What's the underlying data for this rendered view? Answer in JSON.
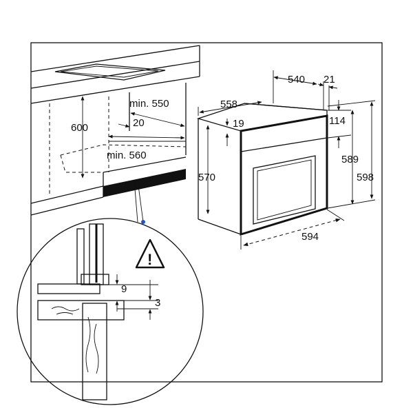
{
  "dimensions": {
    "d540": "540",
    "d21": "21",
    "d558": "558",
    "d114": "114",
    "d19": "19",
    "d589": "589",
    "d598": "598",
    "d570": "570",
    "d594": "594",
    "d600": "600",
    "min550": "min. 550",
    "d20": "20",
    "min560": "min. 560",
    "d9": "9",
    "d3": "3"
  },
  "warning": {
    "symbol": "!",
    "icon": "warning-triangle-icon"
  },
  "colors": {
    "line": "#111111",
    "marker_dot": "#2255cc",
    "background": "#ffffff"
  }
}
